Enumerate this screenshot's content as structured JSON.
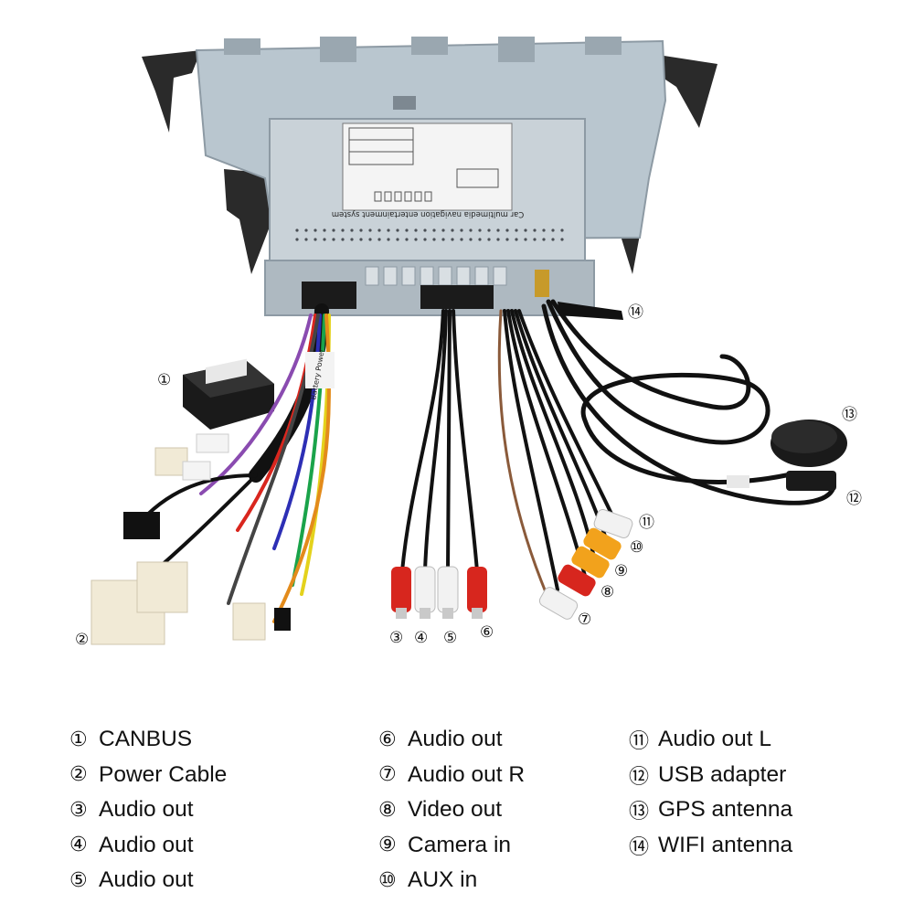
{
  "callouts": {
    "c1": "①",
    "c2": "②",
    "c3": "③",
    "c4": "④",
    "c5": "⑤",
    "c6": "⑥",
    "c7": "⑦",
    "c8": "⑧",
    "c9": "⑨",
    "c10": "⑩",
    "c11": "⑪",
    "c12": "⑫",
    "c13": "⑬",
    "c14": "⑭"
  },
  "device_label": {
    "system": "Car multimedia navigation entertainment system",
    "cable_tag": "Battery Power"
  },
  "legend": [
    {
      "num": "①",
      "label": "CANBUS"
    },
    {
      "num": "②",
      "label": "Power Cable"
    },
    {
      "num": "③",
      "label": "Audio out"
    },
    {
      "num": "④",
      "label": "Audio out"
    },
    {
      "num": "⑤",
      "label": "Audio out"
    },
    {
      "num": "⑥",
      "label": "Audio out"
    },
    {
      "num": "⑦",
      "label": "Audio out R"
    },
    {
      "num": "⑧",
      "label": "Video out"
    },
    {
      "num": "⑨",
      "label": "Camera in"
    },
    {
      "num": "⑩",
      "label": "AUX in"
    },
    {
      "num": "⑪",
      "label": "Audio out L"
    },
    {
      "num": "⑫",
      "label": "USB adapter"
    },
    {
      "num": "⑬",
      "label": "GPS antenna"
    },
    {
      "num": "⑭",
      "label": "WIFI antenna"
    }
  ],
  "colors": {
    "chassis": "#b9c6cf",
    "chassis_dark": "#8d9aa4",
    "rca_red": "#d7261e",
    "rca_white": "#f2f2f2",
    "rca_yellow": "#f2a21c",
    "cable_black": "#111111"
  }
}
